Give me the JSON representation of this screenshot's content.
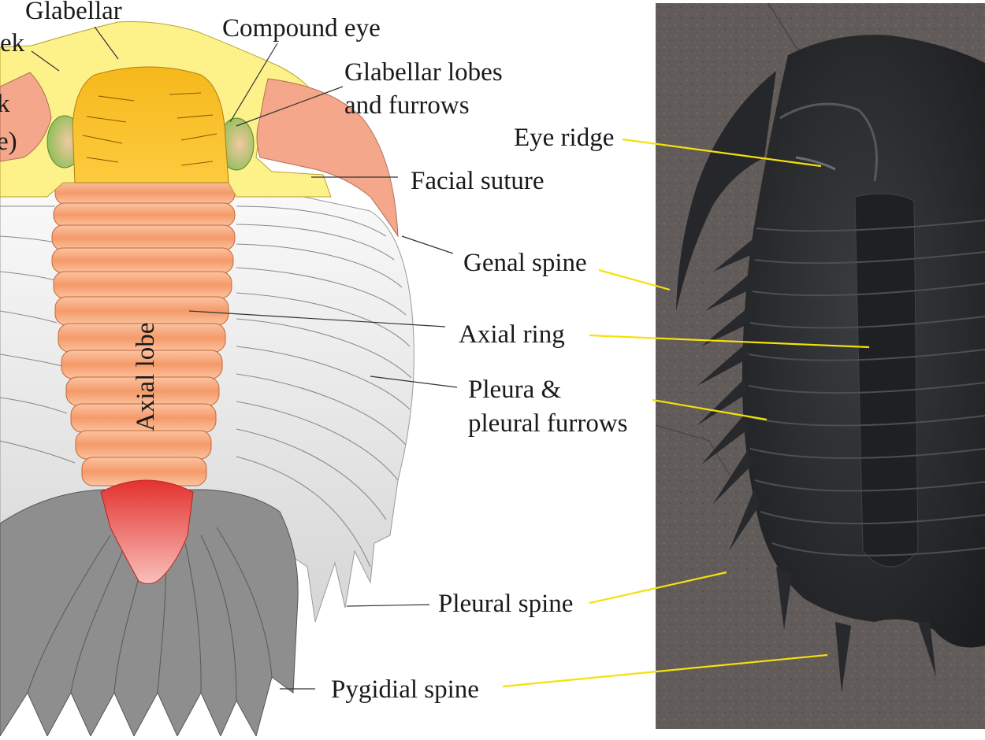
{
  "diagram": {
    "labels": {
      "glabellar": "Glabellar",
      "cheek": "ek",
      "free_cheek_line1": "k",
      "free_cheek_line2": "e)",
      "compound_eye": "Compound eye",
      "glabellar_lobes_line1": "Glabellar lobes",
      "glabellar_lobes_line2": "and furrows",
      "eye_ridge": "Eye ridge",
      "facial_suture": "Facial suture",
      "genal_spine": "Genal spine",
      "axial_lobe": "Axial lobe",
      "axial_ring": "Axial ring",
      "pleura_line1": "Pleura &",
      "pleura_line2": "pleural furrows",
      "pleural_spine": "Pleural spine",
      "pygidial_spine": "Pygidial spine"
    },
    "colors": {
      "cephalon": "#fdf28a",
      "glabella": "#fbc53a",
      "free_cheek": "#f4a78a",
      "eye": "#8fbf5a",
      "axial_ring": "#f6a172",
      "pleura": "#e4e4e4",
      "pygidium": "#8e8e8e",
      "pygidial_axis": "#e5403d",
      "leader_yellow": "#f5e10a",
      "fossil_matrix": "#5f5a58",
      "fossil_body": "#2a2c2e"
    }
  }
}
